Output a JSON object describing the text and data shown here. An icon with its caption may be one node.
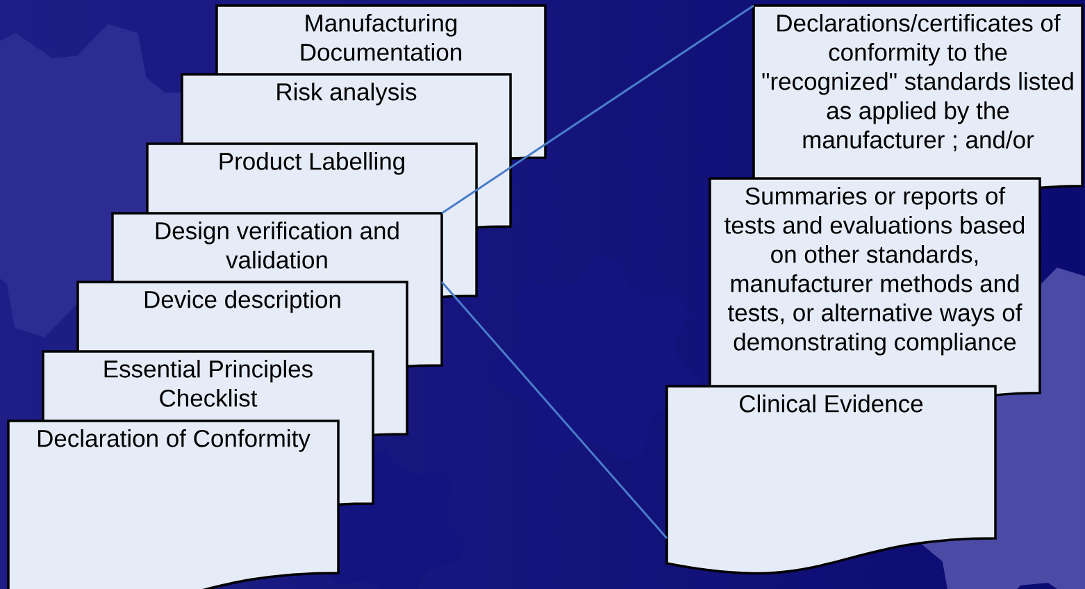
{
  "diagram": {
    "nodes": [
      {
        "text": [
          "Manufacturing Documentation"
        ]
      },
      {
        "text": [
          "Risk analysis"
        ]
      },
      {
        "text": [
          "Product Labelling"
        ]
      },
      {
        "text": [
          "Design verification and validation"
        ]
      },
      {
        "text": [
          "Device description"
        ]
      },
      {
        "text": [
          "Essential Principles Checklist"
        ]
      },
      {
        "text": [
          "Declaration of Conformity"
        ]
      },
      {
        "text": [
          "Declarations/certificates of conformity to the \"recognized\" standards listed as applied by the manufacturer ; and/or"
        ]
      },
      {
        "text": [
          "Summaries or reports of tests and evaluations based on other standards, manufacturer methods and tests, or alternative ways of demonstrating compliance"
        ]
      },
      {
        "text": [
          "Clinical Evidence"
        ]
      }
    ],
    "edges": [
      {
        "from": 3,
        "to": 7,
        "arrow": "none"
      },
      {
        "from": 3,
        "to": 9,
        "arrow": "none"
      }
    ]
  }
}
